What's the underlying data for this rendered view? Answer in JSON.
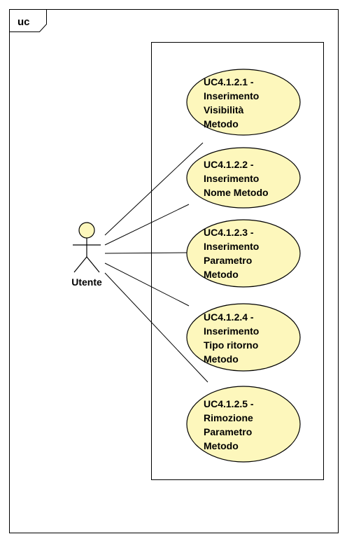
{
  "frame": {
    "label": "uc"
  },
  "actor": {
    "name": "Utente"
  },
  "use_cases": [
    {
      "lines": [
        "UC4.1.2.1 -",
        "Inserimento",
        "Visibilità",
        "Metodo"
      ]
    },
    {
      "lines": [
        "UC4.1.2.2 -",
        "Inserimento",
        "Nome Metodo"
      ]
    },
    {
      "lines": [
        "UC4.1.2.3 -",
        "Inserimento",
        "Parametro",
        "Metodo"
      ]
    },
    {
      "lines": [
        "UC4.1.2.4 -",
        "Inserimento",
        "Tipo ritorno",
        "Metodo"
      ]
    },
    {
      "lines": [
        "UC4.1.2.5 -",
        "Rimozione",
        "Parametro",
        "Metodo"
      ]
    }
  ],
  "colors": {
    "use_case_fill": "#fdf7bc",
    "actor_head_fill": "#fdf7bc",
    "stroke": "#000000",
    "background": "#ffffff"
  }
}
